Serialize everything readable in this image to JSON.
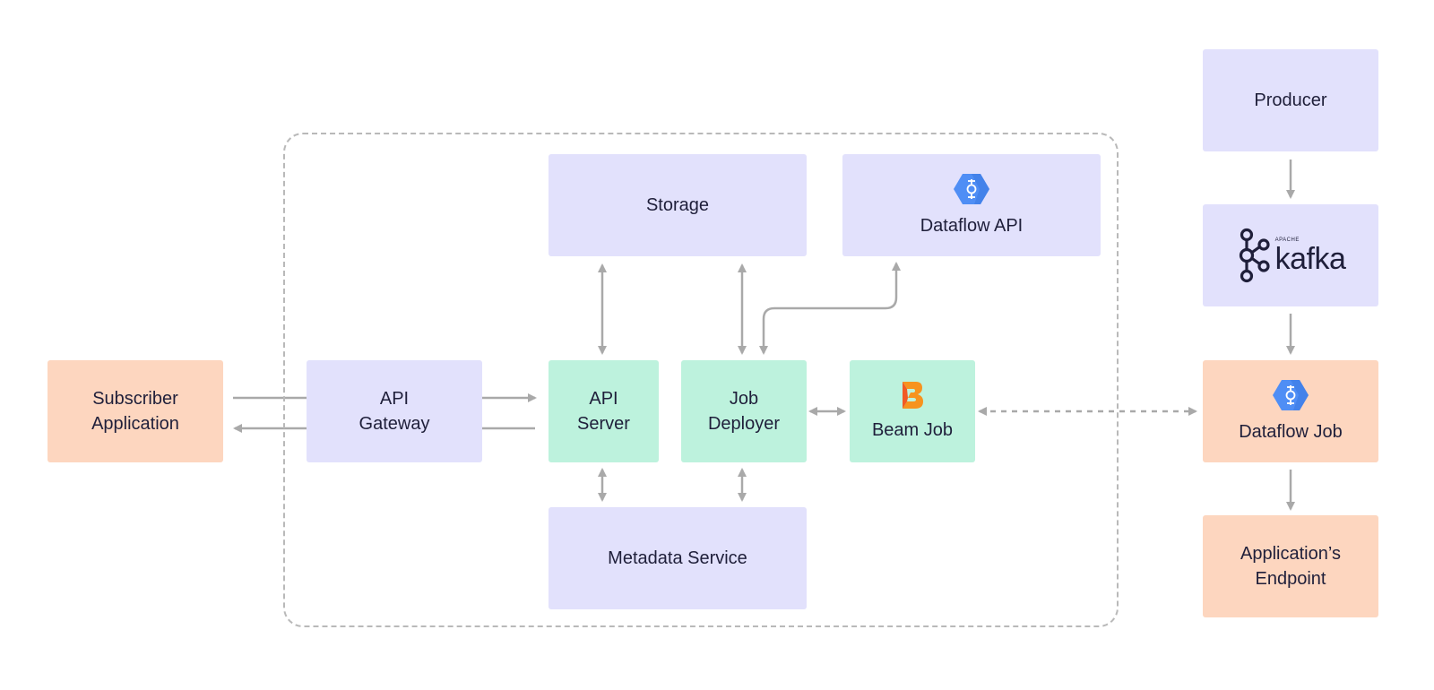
{
  "colors": {
    "lavender": "#e2e1fc",
    "mint": "#bdf2dd",
    "peach": "#fdd6bf",
    "connector": "#a9a9a9",
    "dataflow_blue": "#4f8ef5",
    "beam_orange": "#f7931e"
  },
  "nodes": {
    "subscriber_application": "Subscriber\nApplication",
    "api_gateway": "API\nGateway",
    "storage": "Storage",
    "dataflow_api": "Dataflow API",
    "api_server": "API\nServer",
    "job_deployer": "Job\nDeployer",
    "beam_job": "Beam Job",
    "metadata_service": "Metadata Service",
    "producer": "Producer",
    "dataflow_job": "Dataflow Job",
    "applications_endpoint": "Application’s\nEndpoint"
  },
  "logos": {
    "kafka_wordmark": "kafka",
    "kafka_small": "APACHE",
    "dataflow_icon": "dataflow-icon",
    "beam_icon": "beam-icon"
  }
}
